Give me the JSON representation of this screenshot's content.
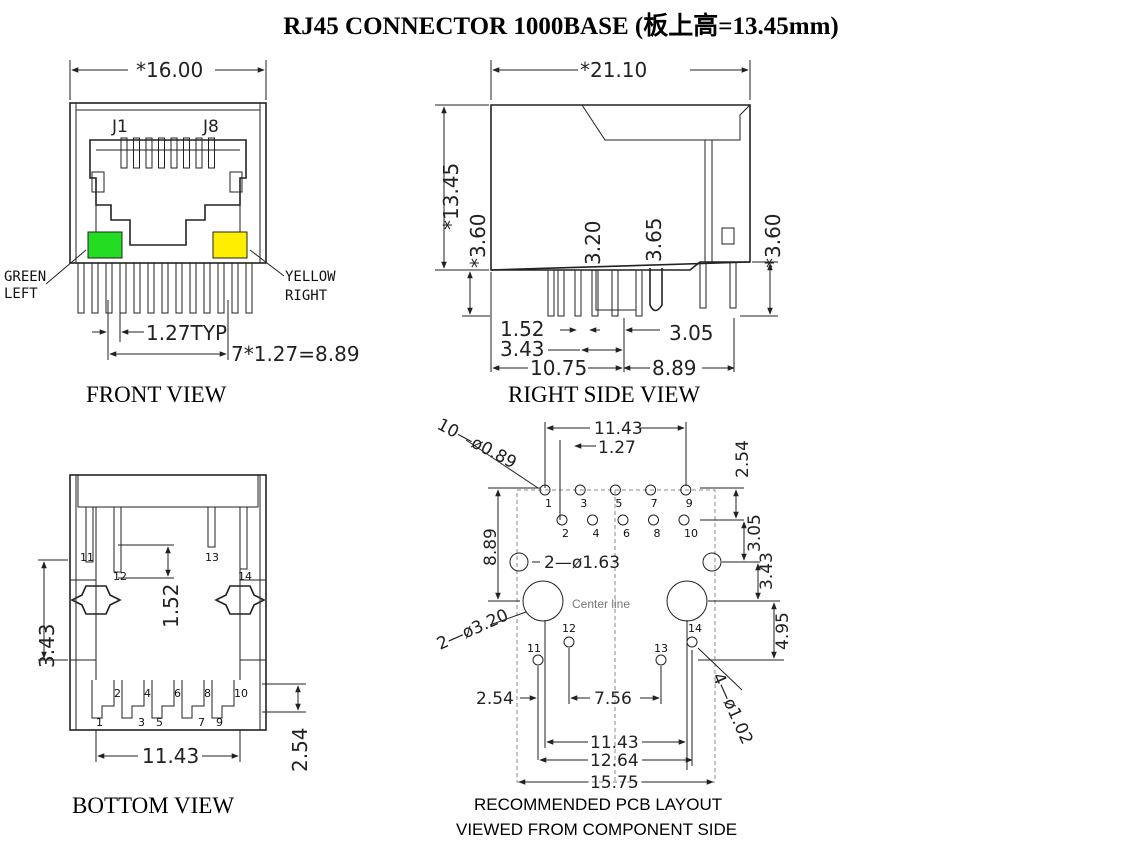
{
  "title": "RJ45 CONNECTOR  1000BASE (板上高=13.45mm)",
  "views": {
    "front": {
      "caption": "FRONT VIEW",
      "width_dim": "*16.00",
      "pin_first": "J1",
      "pin_last": "J8",
      "led_left_label_1": "GREEN",
      "led_left_label_2": "LEFT",
      "led_right_label_1": "YELLOW",
      "led_right_label_2": "RIGHT",
      "led_left_color": "#22dd22",
      "led_right_color": "#ffee00",
      "pitch_dim": "1.27TYP",
      "span_dim": "7*1.27=8.89"
    },
    "side": {
      "caption": "RIGHT SIDE VIEW",
      "width_dim": "*21.10",
      "height_dim": "*13.45",
      "left_dim": "*3.60",
      "mid_dim_1": "3.20",
      "mid_dim_2": "3.65",
      "right_dim": "*3.60",
      "d_152": "1.52",
      "d_305": "3.05",
      "d_343": "3.43",
      "d_1075": "10.75",
      "d_889": "8.89"
    },
    "bottom": {
      "caption": "BOTTOM VIEW",
      "d_343": "3.43",
      "d_152": "1.52",
      "d_1143": "11.43",
      "d_254": "2.54",
      "pins_top": [
        "2",
        "4",
        "6",
        "8",
        "10"
      ],
      "pins_bottom": [
        "1",
        "3",
        "5",
        "7",
        "9"
      ],
      "pin_11": "11",
      "pin_12": "12",
      "pin_13": "13",
      "pin_14": "14"
    },
    "pcb": {
      "caption_1": "RECOMMENDED PCB LAYOUT",
      "caption_2": "VIEWED FROM COMPONENT SIDE",
      "holes_label": "10—ø0.89",
      "pegs_label": "2—ø1.63",
      "big_label": "2—ø3.20",
      "shield_label": "4—ø1.02",
      "center_note": "Center line",
      "d_1143_top": "11.43",
      "d_127": "1.27",
      "d_254_right": "2.54",
      "d_305": "3.05",
      "d_343": "3.43",
      "d_495": "4.95",
      "d_889": "8.89",
      "d_254_left": "2.54",
      "d_756": "7.56",
      "d_1143_bottom": "11.43",
      "d_1264": "12.64",
      "d_1575": "15.75",
      "pins_top": [
        "1",
        "3",
        "5",
        "7",
        "9"
      ],
      "pins_bottom": [
        "2",
        "4",
        "6",
        "8",
        "10"
      ],
      "pin_11": "11",
      "pin_12": "12",
      "pin_13": "13",
      "pin_14": "14"
    }
  }
}
